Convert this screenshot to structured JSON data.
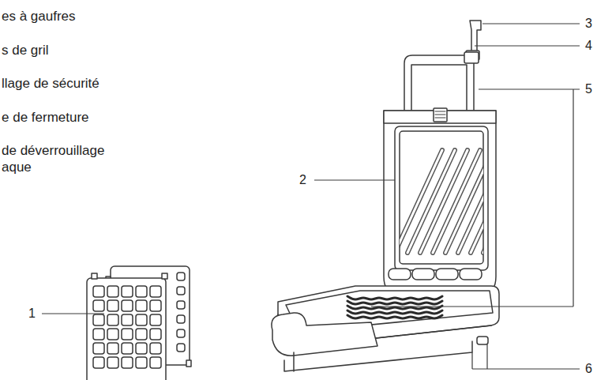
{
  "diagram": {
    "labels": [
      "es à gaufres",
      "s de gril",
      "llage de sécurité",
      "e de fermeture",
      "de déverrouillage aque",
      "3",
      "4",
      "5",
      "2",
      "1",
      "6"
    ]
  }
}
